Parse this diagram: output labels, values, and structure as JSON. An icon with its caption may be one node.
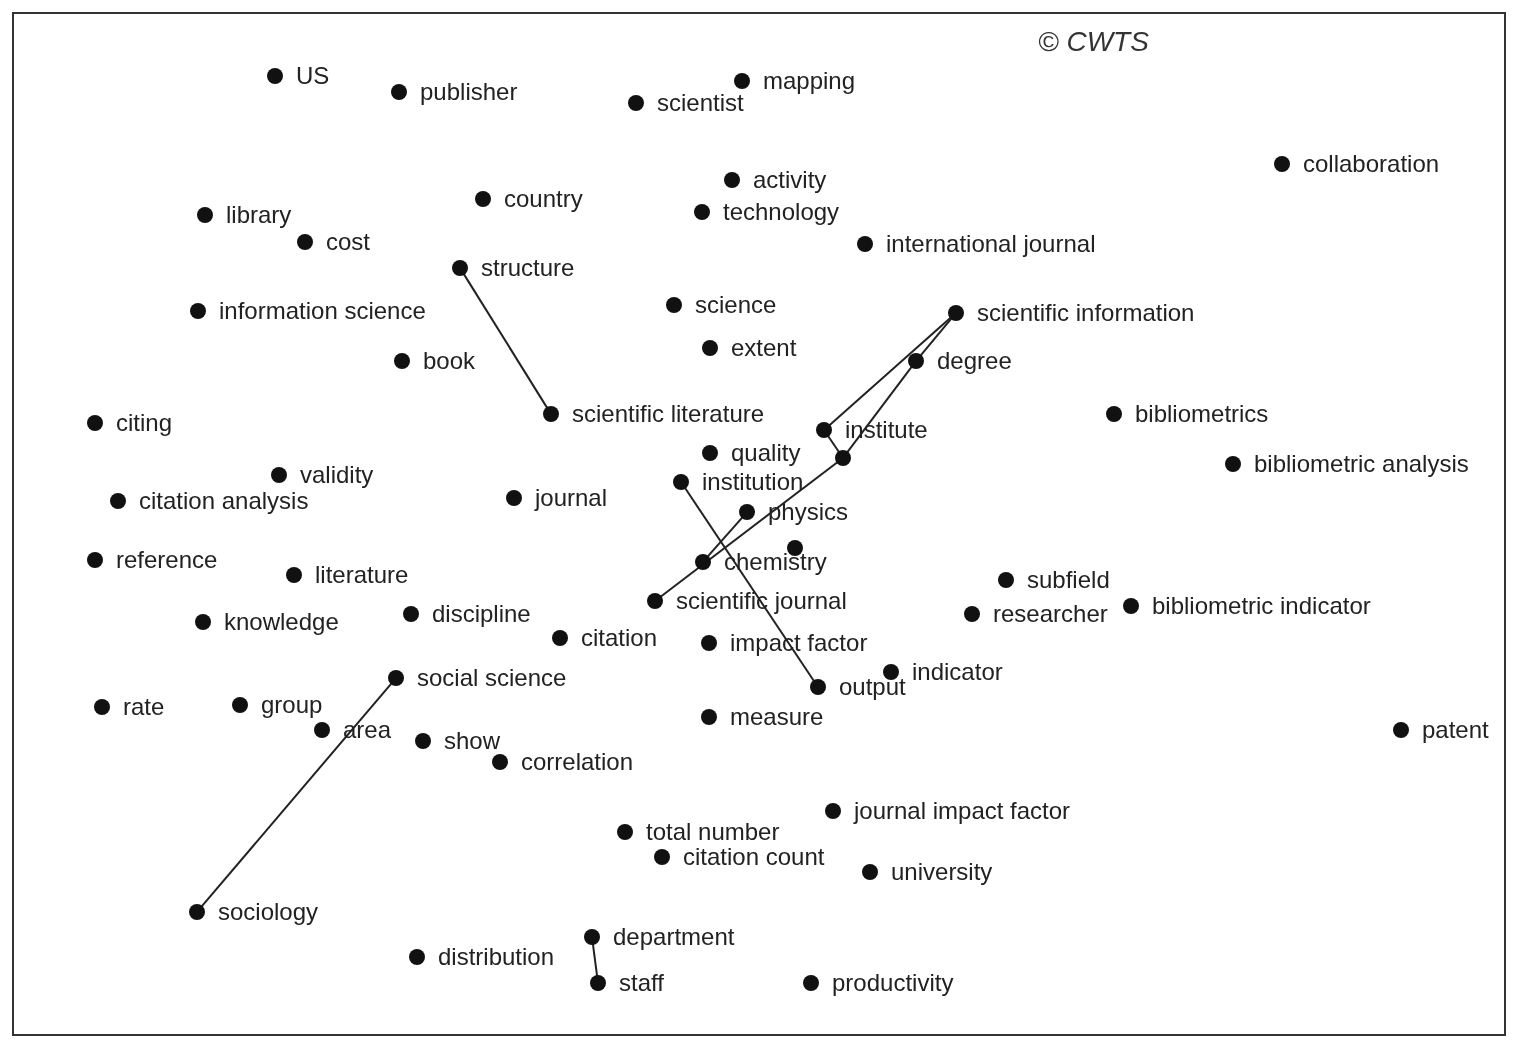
{
  "diagram": {
    "nodes": [
      {
        "text": [
          "US"
        ]
      },
      {
        "text": [
          "publisher"
        ]
      },
      {
        "text": [
          "mapping"
        ]
      },
      {
        "text": [
          "scientist"
        ]
      },
      {
        "text": [
          "collaboration"
        ]
      },
      {
        "text": [
          "activity"
        ]
      },
      {
        "text": [
          "country"
        ]
      },
      {
        "text": [
          "technology"
        ]
      },
      {
        "text": [
          "library"
        ]
      },
      {
        "text": [
          "cost"
        ]
      },
      {
        "text": [
          "international journal"
        ]
      },
      {
        "text": [
          "structure"
        ]
      },
      {
        "text": [
          "science"
        ]
      },
      {
        "text": [
          "information science"
        ]
      },
      {
        "text": [
          "scientific information"
        ]
      },
      {
        "text": [
          "extent"
        ]
      },
      {
        "text": [
          "degree"
        ]
      },
      {
        "text": [
          "book"
        ]
      },
      {
        "text": [
          "scientific literature"
        ]
      },
      {
        "text": [
          "bibliometrics"
        ]
      },
      {
        "text": [
          "citing"
        ]
      },
      {
        "text": [
          "institute"
        ]
      },
      {
        "text": [
          "quality"
        ]
      },
      {
        "text": [],
        "shape": "circle"
      },
      {
        "text": [
          "bibliometric analysis"
        ]
      },
      {
        "text": [
          "validity"
        ]
      },
      {
        "text": [
          "institution"
        ]
      },
      {
        "text": [
          "citation analysis"
        ]
      },
      {
        "text": [
          "journal"
        ]
      },
      {
        "text": [
          "physics"
        ]
      },
      {
        "text": [],
        "shape": "circle"
      },
      {
        "text": [
          "reference"
        ]
      },
      {
        "text": [
          "chemistry"
        ]
      },
      {
        "text": [
          "literature"
        ]
      },
      {
        "text": [
          "subfield"
        ]
      },
      {
        "text": [
          "scientific journal"
        ]
      },
      {
        "text": [
          "bibliometric indicator"
        ]
      },
      {
        "text": [
          "researcher"
        ]
      },
      {
        "text": [
          "discipline"
        ]
      },
      {
        "text": [
          "knowledge"
        ]
      },
      {
        "text": [
          "citation"
        ]
      },
      {
        "text": [
          "impact factor"
        ]
      },
      {
        "text": [
          "social science"
        ]
      },
      {
        "text": [
          "indicator"
        ]
      },
      {
        "text": [
          "output"
        ]
      },
      {
        "text": [
          "rate"
        ]
      },
      {
        "text": [
          "group"
        ]
      },
      {
        "text": [
          "area"
        ]
      },
      {
        "text": [
          "show"
        ]
      },
      {
        "text": [
          "measure"
        ]
      },
      {
        "text": [
          "patent"
        ]
      },
      {
        "text": [
          "correlation"
        ]
      },
      {
        "text": [
          "journal impact factor"
        ]
      },
      {
        "text": [
          "total number"
        ]
      },
      {
        "text": [
          "citation count"
        ]
      },
      {
        "text": [
          "university"
        ]
      },
      {
        "text": [
          "sociology"
        ]
      },
      {
        "text": [
          "department"
        ]
      },
      {
        "text": [
          "distribution"
        ]
      },
      {
        "text": [
          "staff"
        ]
      },
      {
        "text": [
          "productivity"
        ]
      }
    ],
    "edges": [
      {
        "from": 11,
        "to": 18,
        "arrow": "none"
      },
      {
        "from": 14,
        "to": 21,
        "arrow": "none"
      },
      {
        "from": 14,
        "to": 16,
        "arrow": "none"
      },
      {
        "from": 16,
        "to": 23,
        "arrow": "none"
      },
      {
        "from": 21,
        "to": 23,
        "arrow": "none"
      },
      {
        "from": 23,
        "to": 35,
        "arrow": "none"
      },
      {
        "from": 29,
        "to": 32,
        "arrow": "none"
      },
      {
        "from": 26,
        "to": 44,
        "arrow": "none"
      },
      {
        "from": 42,
        "to": 56,
        "arrow": "none"
      },
      {
        "from": 57,
        "to": 59,
        "arrow": "none"
      }
    ],
    "labels": [
      "© CWTS"
    ]
  }
}
